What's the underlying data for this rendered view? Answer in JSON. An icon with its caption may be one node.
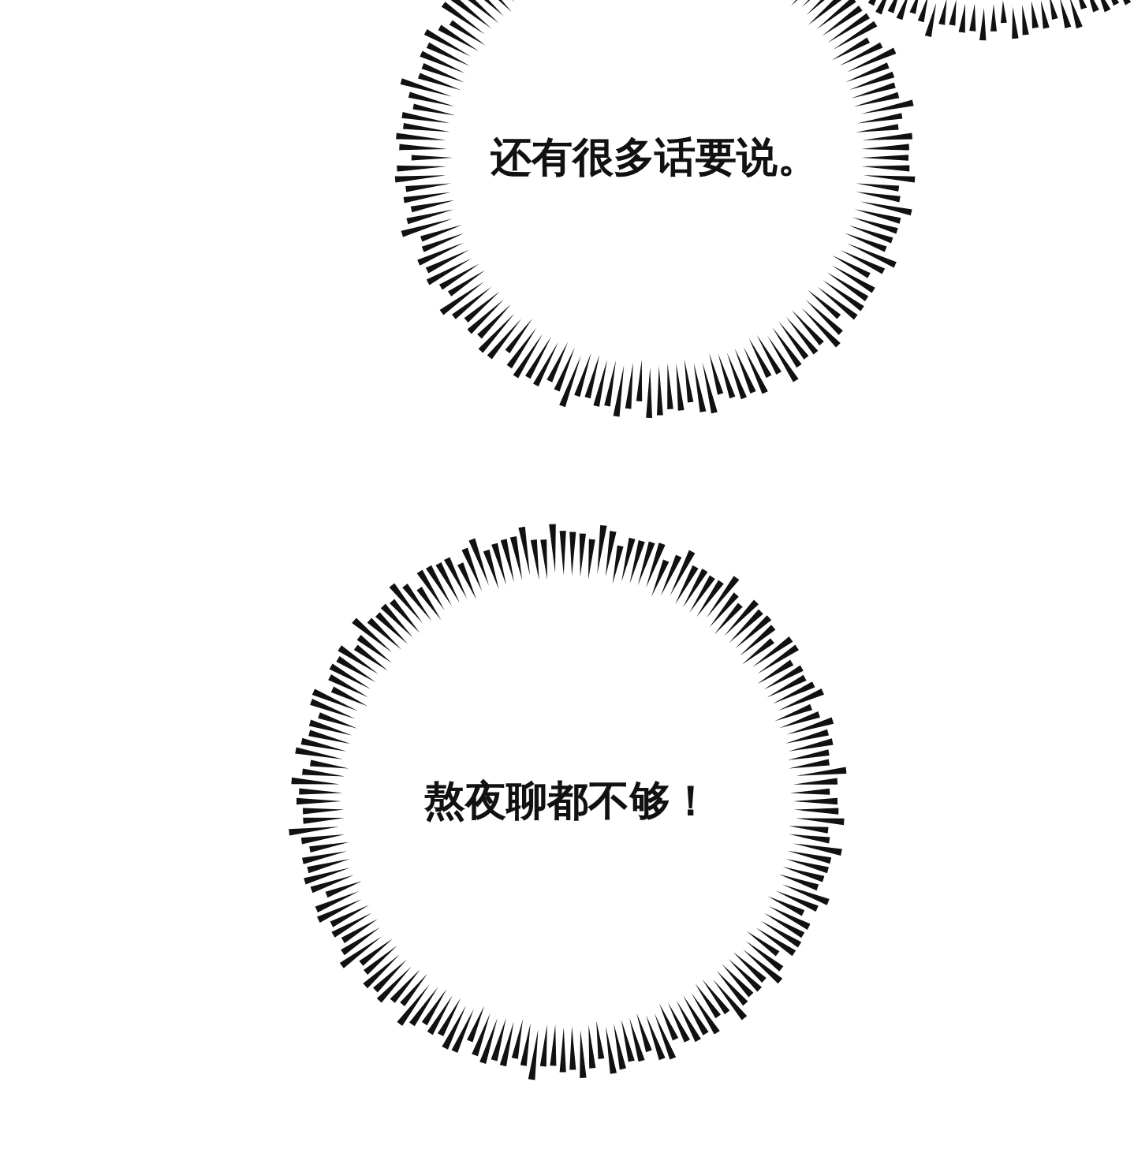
{
  "diagram": {
    "nodes": [
      {
        "text": [
          "还有很多话要说。"
        ]
      },
      {
        "text": [],
        "shape": "circle"
      },
      {
        "text": [
          "熬夜聊都不够！"
        ]
      }
    ]
  }
}
